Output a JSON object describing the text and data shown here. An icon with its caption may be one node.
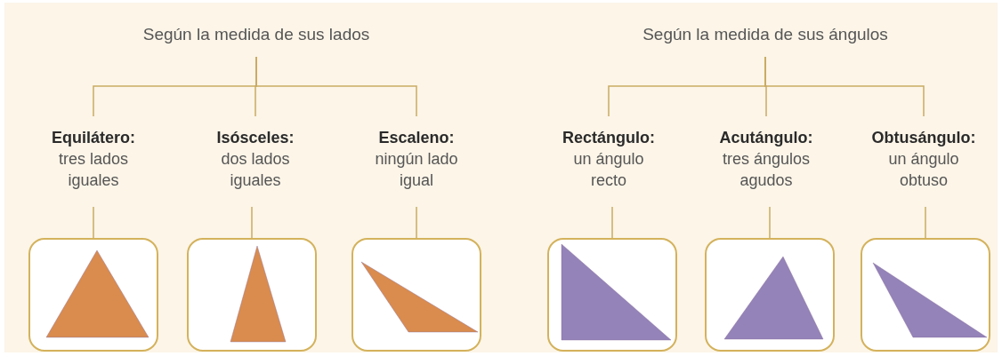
{
  "diagram": {
    "nodes": [
      {
        "text": [
          "Según la medida de sus lados"
        ]
      },
      {
        "text": [
          "Según la medida de sus ángulos"
        ]
      },
      {
        "text": [
          "Equilátero:",
          "tres lados iguales"
        ]
      },
      {
        "text": [
          "Isósceles:",
          "dos lados iguales"
        ]
      },
      {
        "text": [
          "Escaleno:",
          "ningún lado igual"
        ]
      },
      {
        "text": [
          "Rectángulo:",
          "un ángulo recto"
        ]
      },
      {
        "text": [
          "Acutángulo:",
          "tres ángulos agudos"
        ]
      },
      {
        "text": [
          "Obtusángulo:",
          "un ángulo obtuso"
        ]
      },
      {
        "text": [],
        "shape": "picture"
      },
      {
        "text": [],
        "shape": "picture"
      },
      {
        "text": [],
        "shape": "picture"
      },
      {
        "text": [],
        "shape": "picture"
      },
      {
        "text": [],
        "shape": "picture"
      },
      {
        "text": [],
        "shape": "picture"
      }
    ],
    "edges": [
      {
        "from": 0,
        "to": 2,
        "arrow": "none"
      },
      {
        "from": 0,
        "to": 3,
        "arrow": "none"
      },
      {
        "from": 0,
        "to": 4,
        "arrow": "none"
      },
      {
        "from": 1,
        "to": 5,
        "arrow": "none"
      },
      {
        "from": 1,
        "to": 6,
        "arrow": "none"
      },
      {
        "from": 1,
        "to": 7,
        "arrow": "none"
      },
      {
        "from": 2,
        "to": 8,
        "arrow": "none"
      },
      {
        "from": 3,
        "to": 9,
        "arrow": "none"
      },
      {
        "from": 4,
        "to": 10,
        "arrow": "none"
      },
      {
        "from": 5,
        "to": 11,
        "arrow": "none"
      },
      {
        "from": 6,
        "to": 12,
        "arrow": "none"
      },
      {
        "from": 7,
        "to": 13,
        "arrow": "none"
      }
    ]
  }
}
